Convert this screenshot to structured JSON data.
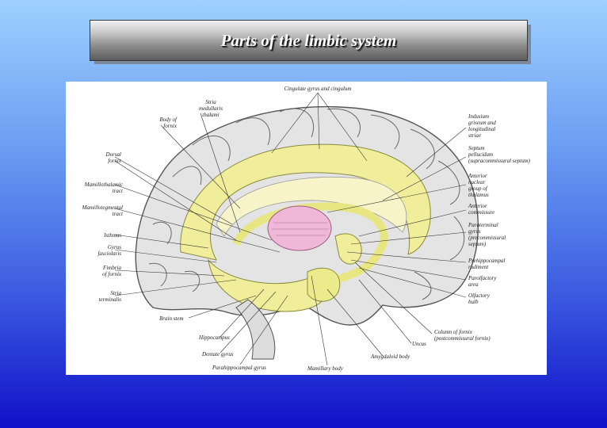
{
  "slide": {
    "title": "Parts of the limbic system"
  },
  "diagram": {
    "labels": {
      "cingulate": "Cingulate gyrus and cingulum",
      "stria_med": "Stria\nmedullaris\nthalami",
      "body_fornix": "Body of\nfornix",
      "dorsal_fornix": "Dorsal\nfornix",
      "mamillothalamic": "Mamillothalamic\ntract",
      "mamillotegmental": "Mamillotegmental\ntract",
      "isthmus": "Isthmus",
      "gyrus_fasciolaris": "Gyrus\nfasciolaris",
      "fimbria": "Fimbria\nof fornix",
      "stria_terminalis": "Stria\nterminalis",
      "brain_stem": "Brain stem",
      "hippocampus": "Hippocampus",
      "dentate": "Dentate gyrus",
      "parahippocampal": "Parahippocampal gyrus",
      "mamillary": "Mamillary body",
      "amygdaloid": "Amygdaloid body",
      "uncus": "Uncus",
      "column_fornix": "Column of fornix\n(postcommissural fornix)",
      "olfactory_bulb": "Olfactory\nbulb",
      "parolfactory": "Parolfactory\narea",
      "prehippocampal": "Prehippocampal\nrudiment",
      "paraterminal": "Paraterminal\ngyrus\n(precommissural\nseptum)",
      "anterior_commissure": "Anterior\ncommissure",
      "anterior_nuclear": "Anterior\nnuclear\ngroup of\nthalamus",
      "septum_pellucidum": "Septum\npellucidum\n(supracommissural septum)",
      "indusium": "Indusium\ngriseum and\nlongitudinal\nstriae"
    }
  }
}
